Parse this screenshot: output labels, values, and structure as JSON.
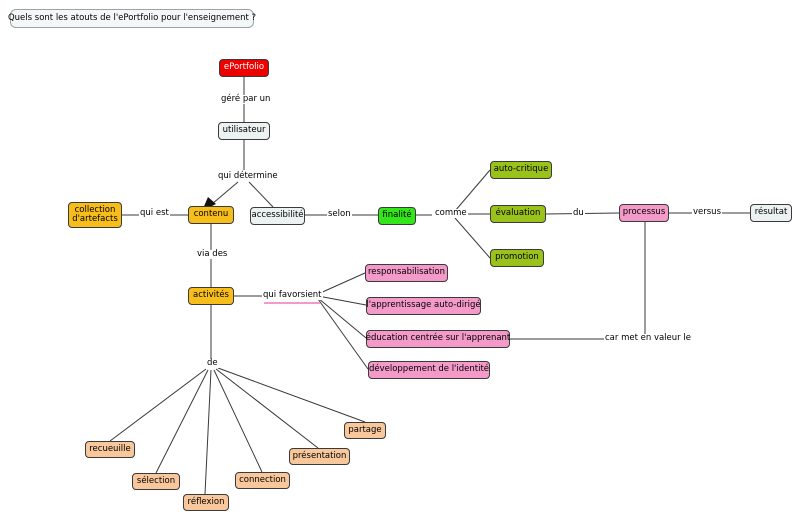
{
  "title": "Quels sont les atouts de l'ePortfolio pour l'enseignement ?",
  "nodes": {
    "eportfolio": "ePortfolio",
    "utilisateur": "utilisateur",
    "collection": "collection d'artefacts",
    "contenu": "contenu",
    "accessibilite": "accessibilité",
    "finalite": "finalité",
    "auto_critique": "auto-critique",
    "evaluation": "évaluation",
    "promotion": "promotion",
    "processus": "processus",
    "resultat": "résultat",
    "activites": "activités",
    "responsabilisation": "responsabilisation",
    "apprentissage": "l'apprentissage auto-dirigé",
    "education": "éducation centrée sur l'apprenant",
    "developpement": "développement de l'identité",
    "recueuille": "recueuille",
    "selection": "sélection",
    "reflexion": "réflexion",
    "connection": "connection",
    "presentation": "présentation",
    "partage": "partage"
  },
  "links": {
    "gere_par_un": "géré par un",
    "qui_determine": "qui détermine",
    "qui_est": "qui est",
    "selon": "selon",
    "comme": "comme",
    "du": "du",
    "versus": "versus",
    "via_des": "via des",
    "qui_favorisent": "qui favorsient",
    "car_met_en_valeur": "car met en valeur le",
    "de": "de"
  },
  "colors": {
    "red": "#ee0000",
    "grey": "#ecf1f2",
    "orange": "#f7bd1a",
    "green": "#33e61a",
    "olive": "#99c21a",
    "pink": "#f39ac9",
    "peach": "#f8c79b",
    "line": "#3a3a3a",
    "highlight": "#f39ac9"
  }
}
